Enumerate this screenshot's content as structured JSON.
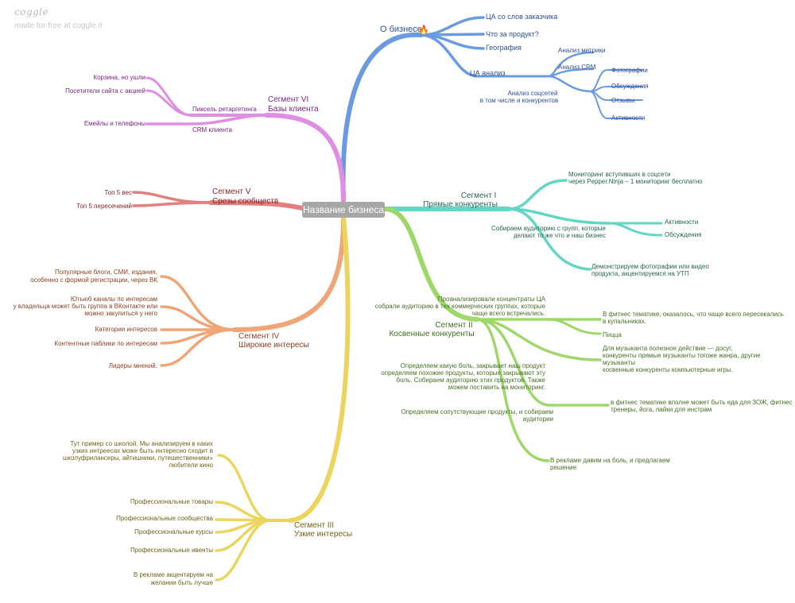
{
  "app": {
    "brand": "coggle",
    "tagline": "made for free at coggle.it"
  },
  "center": "Название бизнеса",
  "colors": {
    "blue": "#6a9be0",
    "blue_text": "#2e4f96",
    "teal": "#63d6c4",
    "teal_text": "#246457",
    "green": "#9fd86a",
    "green_text": "#466f22",
    "yellow": "#ecd55e",
    "yellow_text": "#6e6418",
    "orange": "#f0a577",
    "orange_text": "#8f3f1e",
    "red": "#e47f7f",
    "red_text": "#8a2525",
    "violet": "#df8ee4",
    "violet_text": "#7a2580"
  },
  "about": {
    "label": "О бизнесе",
    "emoji": "🔥",
    "items": [
      "ЦА со слов заказчика",
      "Что за продукт?",
      "География"
    ],
    "ca": {
      "label": "ЦА анализ",
      "metrics": "Анализ метрики",
      "crm": "Анализ CRM",
      "social_line1": "Анализ соцсетей",
      "social_line2": "в том числе и конкурентов",
      "social_items": [
        "Фотографии",
        "Обсуждения",
        "Отзывы",
        "Активности"
      ]
    }
  },
  "seg1": {
    "title1": "Сегмент I",
    "title2": "Прямые конкуренты",
    "monitoring1": "Мониторинг вступивших в соцсети",
    "monitoring2": "через Pepper.Ninja – 1 мониторинг бесплатно",
    "collect1": "Собираем аудиторию с групп, которые",
    "collect2": "делают то же что и наш бизнес",
    "collect_items": [
      "Активности",
      "Обсуждения"
    ],
    "demo1": "Демонстрируем фотографии или видео",
    "demo2": "продукта, акцентируемся на УТП"
  },
  "seg2": {
    "title1": "Сегмент II",
    "title2": "Косвенные конкуренты",
    "analyzed1": "Проанализировали концентраты ЦА",
    "analyzed2": "собрали аудиторию в тех коммерческих группах, которые",
    "analyzed3": "чаще всего встречались.",
    "fitness1": "В фитнес тематике, оказалось, что чаще всего пересекались",
    "fitness2": "в купальниках.",
    "pizza": "Пицца",
    "musician1": "Для музыканта полезное действие — досуг,",
    "musician2": "конкуренты прямые музыканты тогоже жанра, другие",
    "musician3": "музыканты",
    "musician4": "косвенные конкуренты компьютерные игры.",
    "pain1": "Определяем какую боль, закрывает наш продукт",
    "pain2": "определяем похожие продукты, которые закрывают эту",
    "pain3": "боль. Собираем аудиторию этих продуктов. Также",
    "pain4": "можем поставить на мониторинг.",
    "zozh1": "в фитнес тематике вполне может быть еда для ЗОЖ, фитнес",
    "zozh2": "тренеры, йога, лайки для инстрам",
    "related1": "Определяем сопутствующие продукты, и собираем",
    "related2": "аудитории",
    "ads1": "В рекламе давим на боль, и предлагаем",
    "ads2": "решение"
  },
  "seg3": {
    "title1": "Сегмент III",
    "title2": "Узкие интересы",
    "school1": "Тут пример со школой. Мы анализируем в каких",
    "school2": "узких интреесах може быть интересно сходит в",
    "school3": "школуфрилансеры, айтишники, путешественники»",
    "school4": "любители кино",
    "items": [
      "Профессиональные товары",
      "Профессиональные сообщества",
      "Профессиональные курсы",
      "Профессиональные ивенты"
    ],
    "ads1": "В рекламе акцентируем на",
    "ads2": "желании быть лучше"
  },
  "seg4": {
    "title1": "Сегмент IV",
    "title2": "Широкие интересы",
    "blogs1": "Популярные блоги, СМИ, издания,",
    "blogs2": "особенно с формой регистрации, через ВК",
    "yt1": "Ютьюб каналы по интересам",
    "yt2": "у владельца может быть группа в ВКонтакте или",
    "yt3": "можно закупиться у него",
    "items": [
      "Категории интересов",
      "Контентные паблики по интересам",
      "Лидеры мнений."
    ]
  },
  "seg5": {
    "title1": "Сегмент V",
    "title2": "Срезы сообществ",
    "items": [
      "Топ 5 вес",
      "Топ 5 пересечений"
    ]
  },
  "seg6": {
    "title1": "Сегмент VI",
    "title2": "Базы клиента",
    "pixel": "Пиксель ретаргетинга",
    "pixel_items": [
      "Корзина, но ушли",
      "Посетители сайта с акцией"
    ],
    "crm": "CRM клиента",
    "crm_items": [
      "Емейлы и телефоны"
    ]
  }
}
